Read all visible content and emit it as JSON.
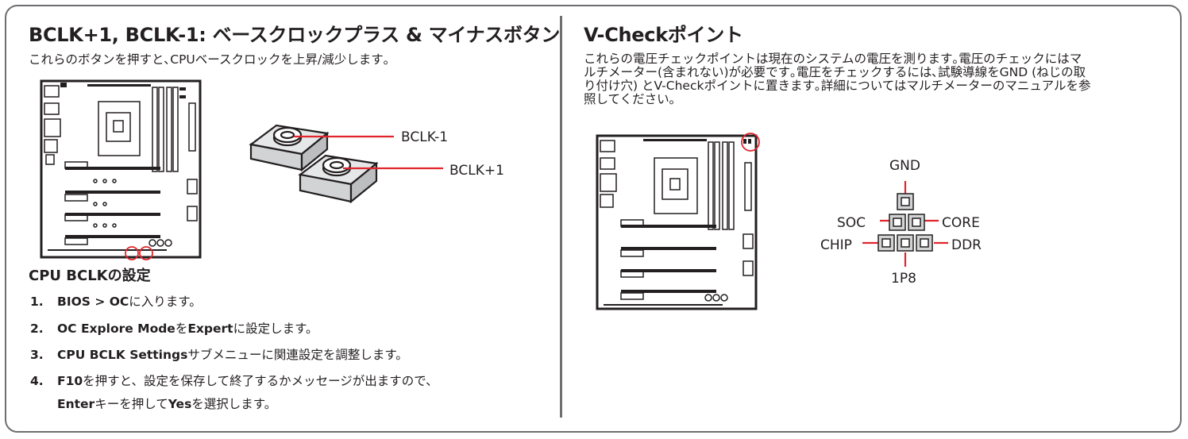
{
  "left": {
    "title": "BCLK+1, BCLK-1: ベースクロックプラス & マイナスボタン",
    "intro": "これらのボタンを押すと､CPUベースクロックを上昇/減少します｡",
    "callout_minus": "BCLK-1",
    "callout_plus": "BCLK+1",
    "subtitle": "CPU BCLKの設定",
    "steps": [
      {
        "num": "1.",
        "bold": "BIOS > OC",
        "text": "に入ります。"
      },
      {
        "num": "2.",
        "bold": "OC Explore Mode",
        "text": "を",
        "bold2": "Expert",
        "text2": "に設定します。"
      },
      {
        "num": "3.",
        "bold": "CPU BCLK Settings",
        "text": "サブメニューに関連設定を調整します。"
      },
      {
        "num": "4.",
        "bold": "F10",
        "text": "を押すと、設定を保存して終了するかメッセージが出ますので、"
      }
    ],
    "step4_cont": {
      "bold": "Enter",
      "text": "キーを押して",
      "bold2": "Yes",
      "text2": "を選択します。"
    }
  },
  "right": {
    "title": "V-Checkポイント",
    "para_lines": [
      "これらの電圧チェックポイントは現在のシステムの電圧を測ります｡電圧のチェックにはマ",
      "ルチメーター(含まれない)が必要です｡電圧をチェックするには､試験導線をGND (ねじの取",
      "り付け穴) とV-Checkポイントに置きます｡詳細についてはマルチメーターのマニュアルを参",
      "照してください｡"
    ],
    "points": {
      "gnd": "GND",
      "soc": "SOC",
      "core": "CORE",
      "chip": "CHIP",
      "ddr": "DDR",
      "p1p8": "1P8"
    }
  },
  "colors": {
    "accent": "#e0262d",
    "border": "#6d6e71",
    "text": "#231f20"
  }
}
